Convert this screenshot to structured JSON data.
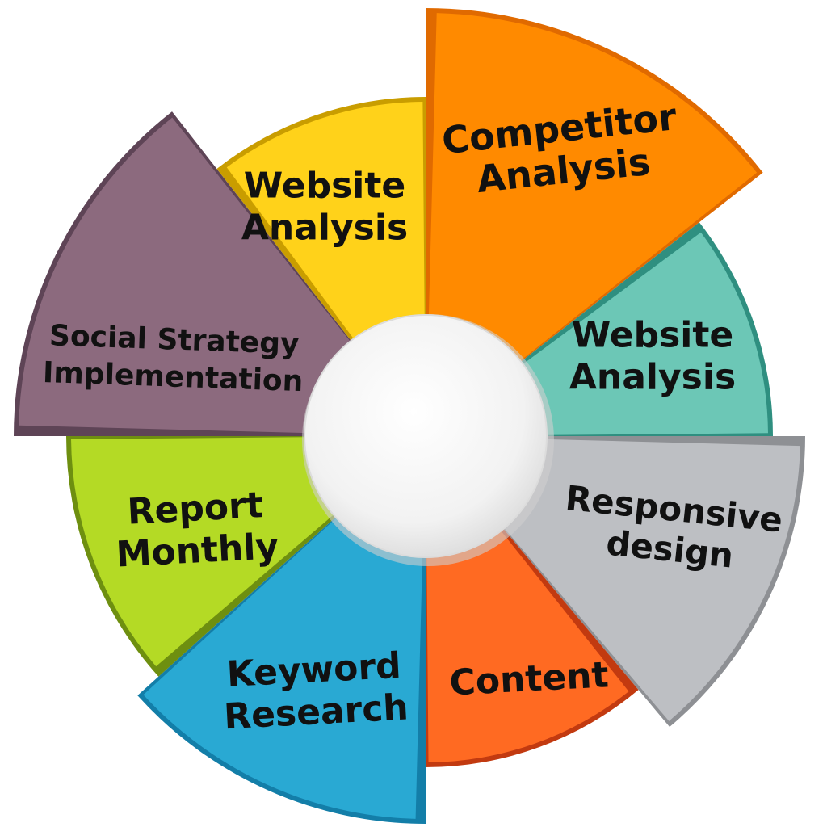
{
  "segments": [
    {
      "id": "competitor-analysis",
      "lines": [
        "Competitor",
        "Analysis"
      ],
      "color": "#FF8A00",
      "shade": "#E06A00"
    },
    {
      "id": "website-analysis-right",
      "lines": [
        "Website",
        "Analysis"
      ],
      "color": "#6CC7B6",
      "shade": "#2F8F80"
    },
    {
      "id": "responsive-design",
      "lines": [
        "Responsive",
        "design"
      ],
      "color": "#BDBFC3",
      "shade": "#8E9094"
    },
    {
      "id": "content",
      "lines": [
        "Content"
      ],
      "color": "#FF6A22",
      "shade": "#C23A10"
    },
    {
      "id": "keyword-research",
      "lines": [
        "Keyword",
        "Research"
      ],
      "color": "#29A9D3",
      "shade": "#137EA8"
    },
    {
      "id": "report-monthly",
      "lines": [
        "Report",
        "Monthly"
      ],
      "color": "#B4DA25",
      "shade": "#6E8F10"
    },
    {
      "id": "social-strategy-implementation",
      "lines": [
        "Social Strategy",
        "Implementation"
      ],
      "color": "#8C6A7E",
      "shade": "#5E4456"
    },
    {
      "id": "website-analysis-top",
      "lines": [
        "Website",
        "Analysis"
      ],
      "color": "#FFD21A",
      "shade": "#C99D00"
    }
  ],
  "center": {
    "color": "#F4F4F4",
    "ring": "#D8D8D8"
  }
}
